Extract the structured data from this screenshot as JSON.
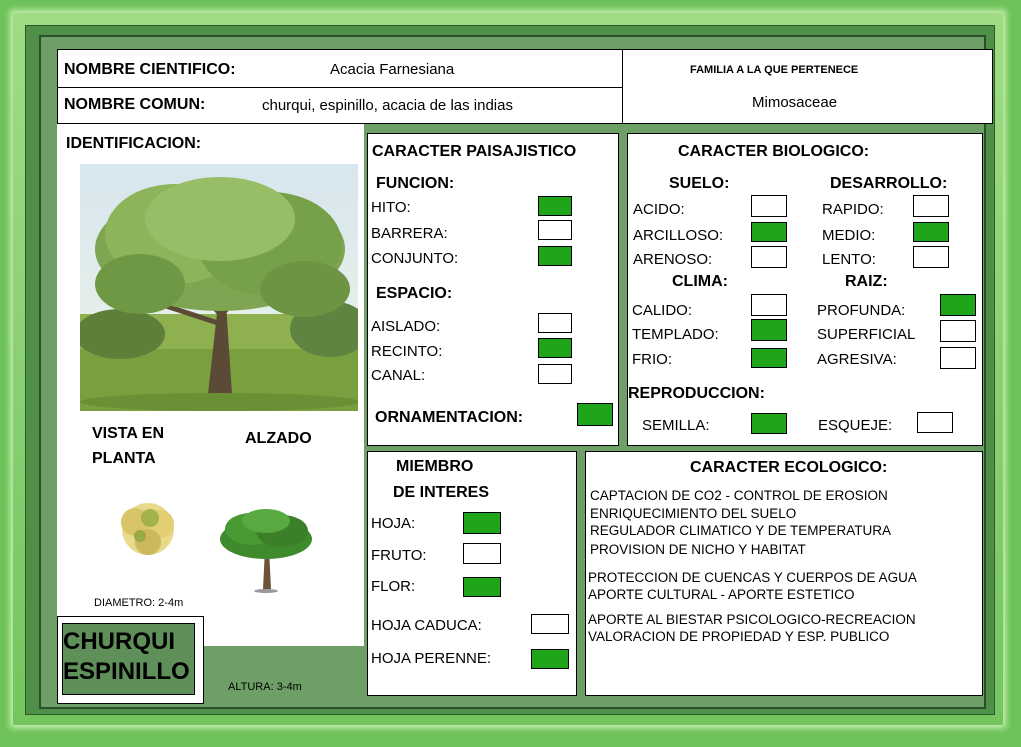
{
  "header": {
    "sci_label": "NOMBRE CIENTIFICO:",
    "sci_value": "Acacia Farnesiana",
    "common_label": "NOMBRE COMUN:",
    "common_value": "churqui, espinillo, acacia de las indias",
    "family_label": "FAMILIA A LA QUE PERTENECE",
    "family_value": "Mimosaceae"
  },
  "identification": {
    "title": "IDENTIFICACION:",
    "plan_label_1": "VISTA EN",
    "plan_label_2": "PLANTA",
    "elevation_label": "ALZADO",
    "diameter": "DIAMETRO: 2-4m",
    "height": "ALTURA: 3-4m",
    "name_line_1": "CHURQUI",
    "name_line_2": "ESPINILLO"
  },
  "landscape": {
    "title": "CARACTER PAISAJISTICO",
    "function_title": "FUNCION:",
    "function_items": [
      {
        "label": "HITO:",
        "checked": true
      },
      {
        "label": "BARRERA:",
        "checked": false
      },
      {
        "label": "CONJUNTO:",
        "checked": true
      }
    ],
    "space_title": "ESPACIO:",
    "space_items": [
      {
        "label": "AISLADO:",
        "checked": false
      },
      {
        "label": "RECINTO:",
        "checked": true
      },
      {
        "label": "CANAL:",
        "checked": false
      }
    ],
    "ornament_label": "ORNAMENTACION:",
    "ornament_checked": true
  },
  "biological": {
    "title": "CARACTER BIOLOGICO:",
    "soil_title": "SUELO:",
    "soil_items": [
      {
        "label": "ACIDO:",
        "checked": false
      },
      {
        "label": "ARCILLOSO:",
        "checked": true
      },
      {
        "label": "ARENOSO:",
        "checked": false
      }
    ],
    "growth_title": "DESARROLLO:",
    "growth_items": [
      {
        "label": "RAPIDO:",
        "checked": false
      },
      {
        "label": "MEDIO:",
        "checked": true
      },
      {
        "label": "LENTO:",
        "checked": false
      }
    ],
    "climate_title": "CLIMA:",
    "climate_items": [
      {
        "label": "CALIDO:",
        "checked": false
      },
      {
        "label": "TEMPLADO:",
        "checked": true
      },
      {
        "label": "FRIO:",
        "checked": true
      }
    ],
    "root_title": "RAIZ:",
    "root_items": [
      {
        "label": "PROFUNDA:",
        "checked": true
      },
      {
        "label": "SUPERFICIAL",
        "checked": false
      },
      {
        "label": "AGRESIVA:",
        "checked": false
      }
    ],
    "repro_title": "REPRODUCCION:",
    "repro_items": [
      {
        "label": "SEMILLA:",
        "checked": true
      },
      {
        "label": "ESQUEJE:",
        "checked": false
      }
    ]
  },
  "member": {
    "title_1": "MIEMBRO",
    "title_2": "DE INTERES",
    "items": [
      {
        "label": "HOJA:",
        "checked": true
      },
      {
        "label": "FRUTO:",
        "checked": false
      },
      {
        "label": "FLOR:",
        "checked": true
      },
      {
        "label": "HOJA CADUCA:",
        "checked": false
      },
      {
        "label": "HOJA PERENNE:",
        "checked": true
      }
    ]
  },
  "ecological": {
    "title": "CARACTER ECOLOGICO:",
    "lines": [
      "CAPTACION DE CO2    - CONTROL DE EROSION",
      "ENRIQUECIMIENTO DEL SUELO",
      "REGULADOR CLIMATICO Y DE TEMPERATURA",
      "PROVISION DE NICHO Y HABITAT",
      "PROTECCION DE CUENCAS Y CUERPOS DE AGUA",
      "APORTE CULTURAL      - APORTE ESTETICO",
      "APORTE AL BIESTAR PSICOLOGICO-RECREACION",
      "VALORACION DE PROPIEDAD Y ESP. PUBLICO"
    ]
  },
  "colors": {
    "check_on": "#1ea51a",
    "sheet_green": "#6d9f67",
    "name_box": "#5f9059"
  }
}
